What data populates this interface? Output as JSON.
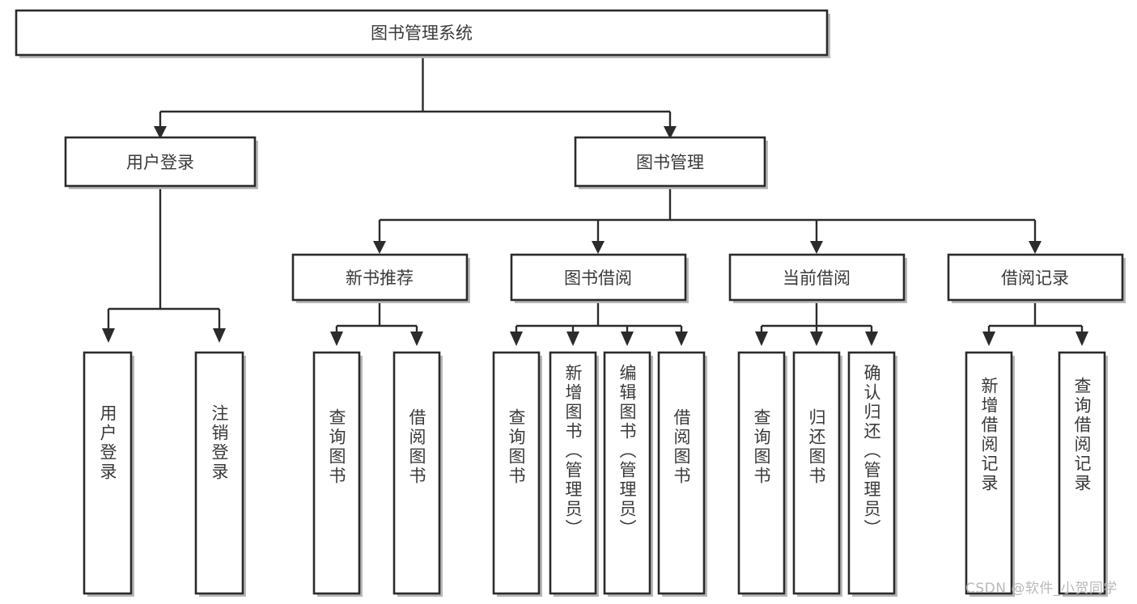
{
  "diagram": {
    "title": "图书管理系统",
    "type": "hierarchy-tree",
    "orientation": "top-down",
    "colors": {
      "box_border": "#2b2b2b",
      "box_fill": "#ffffff",
      "connector": "#2b2b2b",
      "text": "#3a3a3a",
      "background": "#ffffff",
      "watermark": "#b9b9b9"
    },
    "levels": [
      {
        "level": 1,
        "nodes": [
          {
            "id": "root",
            "label": "图书管理系统",
            "orientation": "horizontal"
          }
        ]
      },
      {
        "level": 2,
        "nodes": [
          {
            "id": "login",
            "label": "用户登录",
            "orientation": "horizontal",
            "parent": "root"
          },
          {
            "id": "bookmgmt",
            "label": "图书管理",
            "orientation": "horizontal",
            "parent": "root"
          }
        ]
      },
      {
        "level": 3,
        "nodes": [
          {
            "id": "newbook",
            "label": "新书推荐",
            "orientation": "horizontal",
            "parent": "bookmgmt"
          },
          {
            "id": "borrow",
            "label": "图书借阅",
            "orientation": "horizontal",
            "parent": "bookmgmt"
          },
          {
            "id": "current",
            "label": "当前借阅",
            "orientation": "horizontal",
            "parent": "bookmgmt"
          },
          {
            "id": "records",
            "label": "借阅记录",
            "orientation": "horizontal",
            "parent": "bookmgmt"
          }
        ]
      },
      {
        "level": 4,
        "nodes": [
          {
            "id": "leaf-1",
            "label": "用户登录",
            "orientation": "vertical",
            "parent": "login"
          },
          {
            "id": "leaf-2",
            "label": "注销登录",
            "orientation": "vertical",
            "parent": "login"
          },
          {
            "id": "leaf-3",
            "label": "查询图书",
            "orientation": "vertical",
            "parent": "newbook"
          },
          {
            "id": "leaf-4",
            "label": "借阅图书",
            "orientation": "vertical",
            "parent": "newbook"
          },
          {
            "id": "leaf-5",
            "label": "查询图书",
            "orientation": "vertical",
            "parent": "borrow"
          },
          {
            "id": "leaf-6",
            "label": "新增图书（管理员）",
            "orientation": "vertical",
            "parent": "borrow"
          },
          {
            "id": "leaf-7",
            "label": "编辑图书（管理员）",
            "orientation": "vertical",
            "parent": "borrow"
          },
          {
            "id": "leaf-8",
            "label": "借阅图书",
            "orientation": "vertical",
            "parent": "borrow"
          },
          {
            "id": "leaf-9",
            "label": "查询图书",
            "orientation": "vertical",
            "parent": "current"
          },
          {
            "id": "leaf-10",
            "label": "归还图书",
            "orientation": "vertical",
            "parent": "current"
          },
          {
            "id": "leaf-11",
            "label": "确认归还（管理员）",
            "orientation": "vertical",
            "parent": "current"
          },
          {
            "id": "leaf-12",
            "label": "新增借阅记录",
            "orientation": "vertical",
            "parent": "records"
          },
          {
            "id": "leaf-13",
            "label": "查询借阅记录",
            "orientation": "vertical",
            "parent": "records"
          }
        ]
      }
    ]
  },
  "watermark": {
    "text": "CSDN @软件_小贺同学"
  }
}
